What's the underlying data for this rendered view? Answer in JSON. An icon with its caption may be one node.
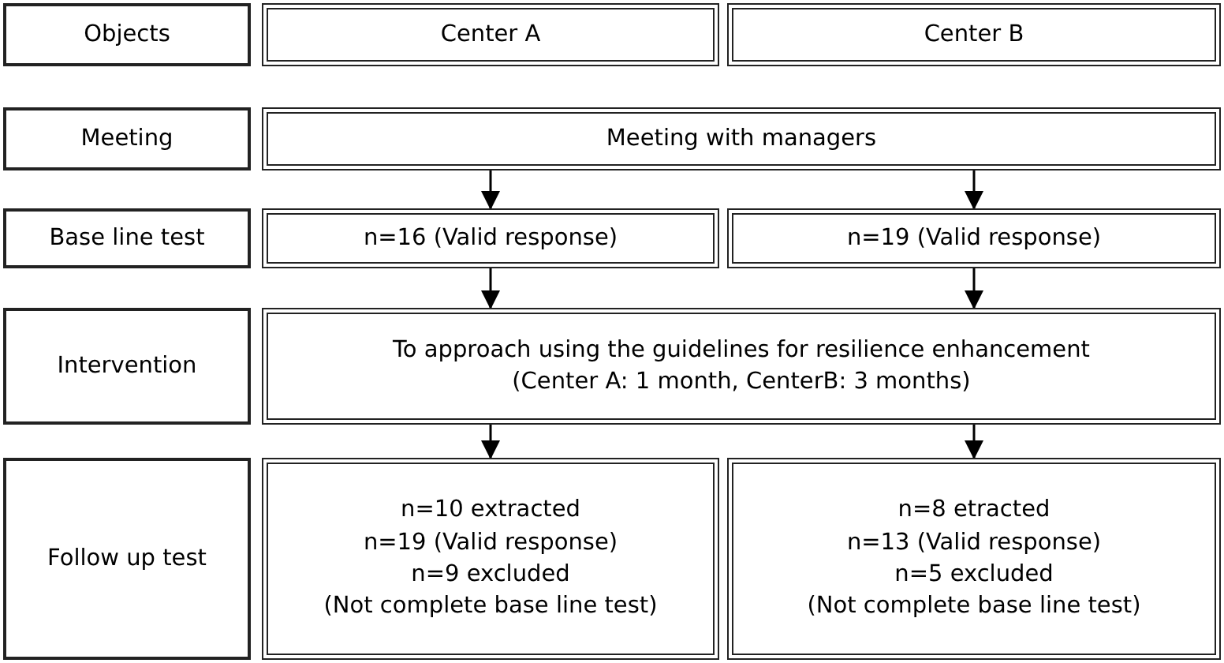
{
  "diagram": {
    "nodes": [
      {
        "text": [
          "Objects"
        ]
      },
      {
        "text": [
          "Center A"
        ]
      },
      {
        "text": [
          "Center B"
        ]
      },
      {
        "text": [
          "Meeting"
        ]
      },
      {
        "text": [
          "Meeting with managers"
        ]
      },
      {
        "text": [
          "Base line test"
        ]
      },
      {
        "text": [
          "n=16 (Valid response)"
        ]
      },
      {
        "text": [
          "n=19 (Valid response)"
        ]
      },
      {
        "text": [
          "Intervention"
        ]
      },
      {
        "text": [
          "To approach using the guidelines for resilience enhancement",
          "(Center A: 1 month, CenterB: 3 months)"
        ]
      },
      {
        "text": [
          "Follow up test"
        ]
      },
      {
        "text": [
          "n=10 extracted",
          "n=19 (Valid response)",
          "n=9 excluded",
          "(Not complete base line test)"
        ]
      },
      {
        "text": [
          "n=8 etracted",
          "n=13 (Valid response)",
          "n=5 excluded",
          "(Not complete base line test)"
        ]
      }
    ],
    "edges": [
      {
        "from": 4,
        "to": 6,
        "arrow": "to"
      },
      {
        "from": 4,
        "to": 7,
        "arrow": "to"
      },
      {
        "from": 6,
        "to": 9,
        "arrow": "to"
      },
      {
        "from": 7,
        "to": 9,
        "arrow": "to"
      },
      {
        "from": 9,
        "to": 11,
        "arrow": "to"
      },
      {
        "from": 9,
        "to": 12,
        "arrow": "to"
      }
    ]
  }
}
